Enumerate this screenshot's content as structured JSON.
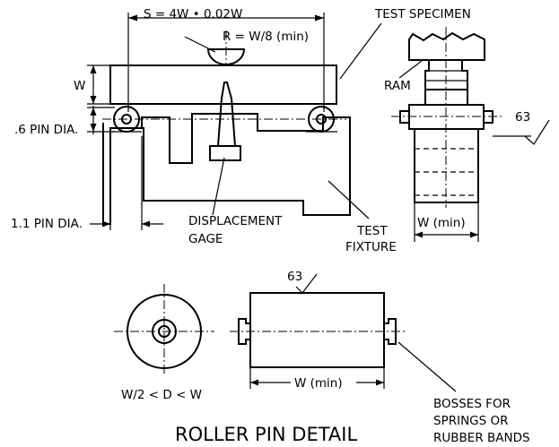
{
  "labels": {
    "span": "S = 4W  • 0.02W",
    "test_specimen": "TEST SPECIMEN",
    "radius": "R = W/8 (min)",
    "w": "W",
    "ram": "RAM",
    "pin_06": ".6 PIN DIA.",
    "surface_63_top": "63",
    "pin_11": "1.1 PIN DIA.",
    "displacement_1": "DISPLACEMENT",
    "displacement_2": "GAGE",
    "test_1": "TEST",
    "test_2": "FIXTURE",
    "w_min_side": "W (min)",
    "surface_63_bottom": "63",
    "diameter_rule": "W/2 < D < W",
    "w_min_pin": "W (min)",
    "bosses_1": "BOSSES FOR",
    "bosses_2": "SPRINGS OR",
    "bosses_3": "RUBBER BANDS",
    "detail_title": "ROLLER PIN DETAIL"
  },
  "icons": {
    "surface_finish": "checkmark-surface-symbol",
    "dimension_arrow": "arrowhead",
    "bullet": "dot"
  }
}
